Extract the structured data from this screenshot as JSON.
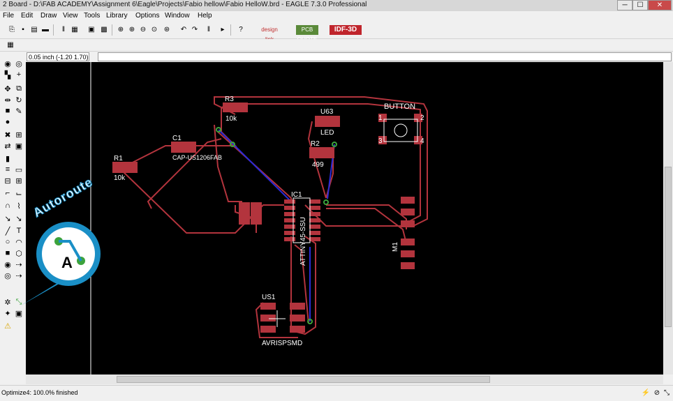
{
  "window": {
    "title": "2 Board - D:\\FAB ACADEMY\\Assignment 6\\Eagle\\Projects\\Fabio hellow\\Fabio HelloW.brd - EAGLE 7.3.0 Professional",
    "min_label": "─",
    "max_label": "☐",
    "close_label": "✕"
  },
  "menu": [
    "File",
    "Edit",
    "Draw",
    "View",
    "Tools",
    "Library",
    "Options",
    "Window",
    "Help"
  ],
  "toolbar": {
    "design_link_label": "design link",
    "pcb_quote_label": "PCB QUOTE",
    "idf_label": "IDF-3D"
  },
  "coord_display": "0.05 inch (-1.20 1.70)",
  "command_line": "",
  "status_text": "Optimize4: 100.0% finished",
  "callout": {
    "label": "Autoroute",
    "icon": "autoroute-icon"
  },
  "board": {
    "labels": {
      "r3": "R3",
      "r3_value": "10k",
      "c1": "C1",
      "c1_value": "CAP-US1206FAB",
      "r1": "R1",
      "r1_value": "10k",
      "u63": "U63",
      "led": "LED",
      "r2": "R2",
      "r2_value": "499",
      "button": "BUTTON",
      "btn_pin1": "1",
      "btn_pin2": "2",
      "btn_pin3": "3",
      "btn_pin4": "4",
      "ic1": "IC1",
      "ic1_value": "ATTINY45-SSU",
      "m1": "M1",
      "us1": "US1",
      "us1_value": "AVRISPSMD"
    }
  },
  "colors": {
    "board_bg": "#000000",
    "copper": "#b3343d",
    "trace_outline": "#b3343d",
    "via": "#3ca33c",
    "airwire": "#2b2bd6",
    "accent": "#1a8fc6"
  }
}
